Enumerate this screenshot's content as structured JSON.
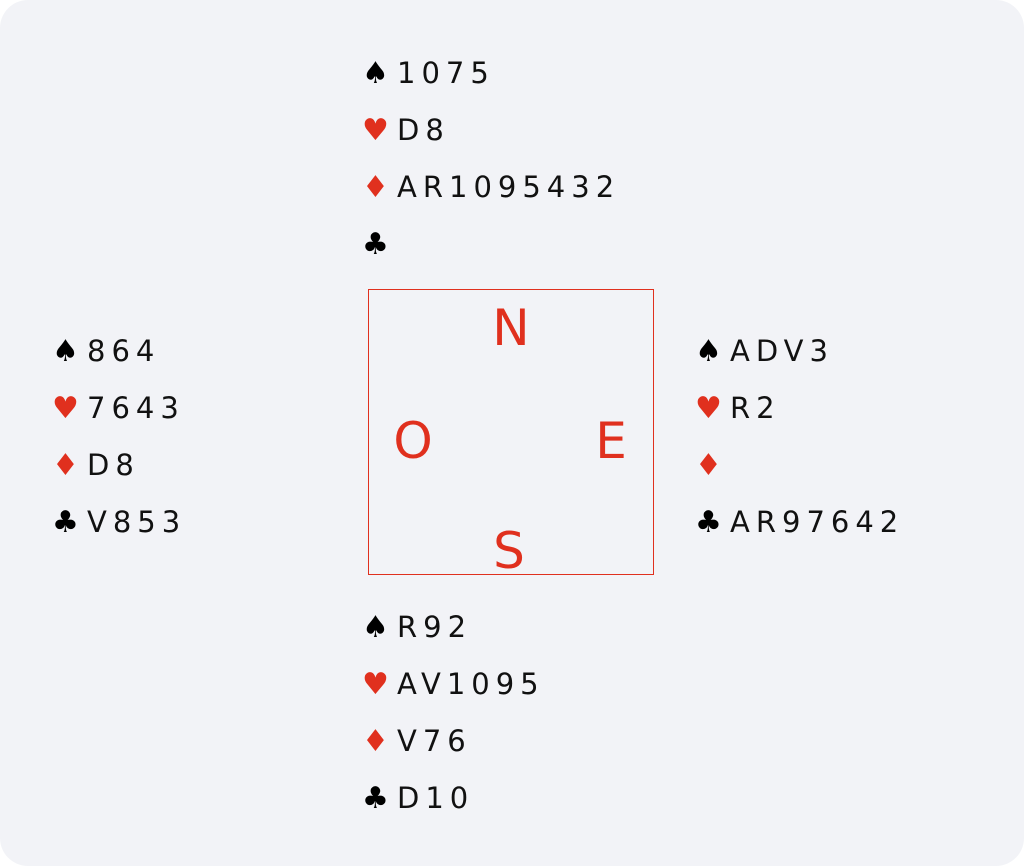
{
  "suits": {
    "spades": "♠",
    "hearts": "♥",
    "diamonds": "♦",
    "clubs": "♣"
  },
  "colors": {
    "red": "#e0301e",
    "black": "#000000",
    "background": "#f2f3f7"
  },
  "hands": {
    "north": {
      "spades": "1075",
      "hearts": "D8",
      "diamonds": "AR1095432",
      "clubs": ""
    },
    "west": {
      "spades": "864",
      "hearts": "7643",
      "diamonds": "D8",
      "clubs": "V853"
    },
    "east": {
      "spades": "ADV3",
      "hearts": "R2",
      "diamonds": "",
      "clubs": "AR97642"
    },
    "south": {
      "spades": "R92",
      "hearts": "AV1095",
      "diamonds": "V76",
      "clubs": "D10"
    }
  },
  "compass": {
    "north": "N",
    "west": "O",
    "east": "E",
    "south": "S"
  }
}
